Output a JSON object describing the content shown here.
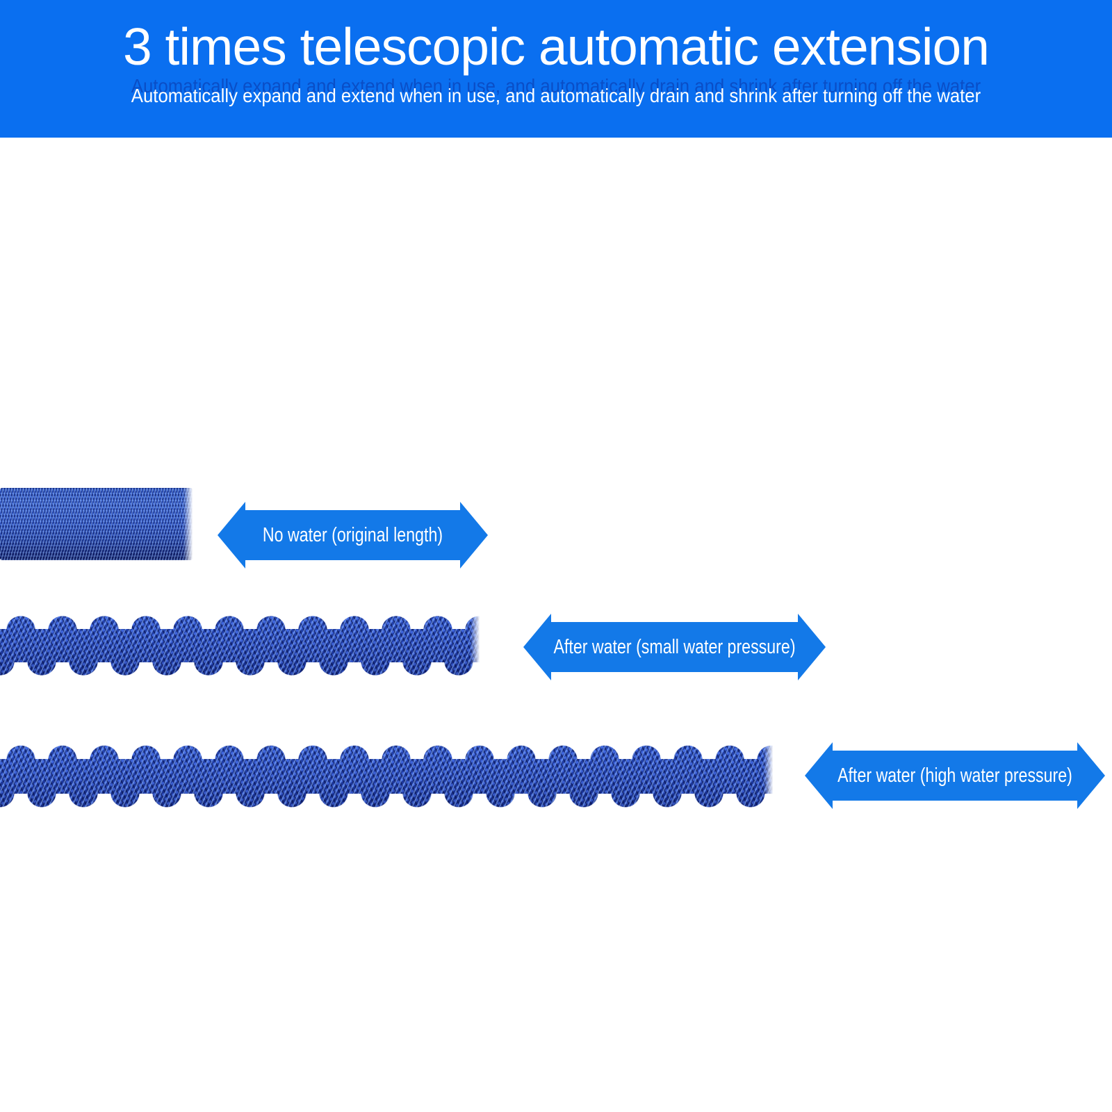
{
  "banner": {
    "title": "3 times telescopic automatic extension",
    "subtitle": "Automatically expand and extend when in use, and automatically drain and shrink after turning off the water"
  },
  "stages": [
    {
      "id": "no-water",
      "label": "No water (original length)",
      "hose_state": "compressed straight hose"
    },
    {
      "id": "small-water-pressure",
      "label": "After water (small water pressure)",
      "hose_state": "partially expanded wavy hose"
    },
    {
      "id": "high-water-pressure",
      "label": "After water (high water pressure)",
      "hose_state": "fully expanded wavy hose"
    }
  ],
  "colors": {
    "banner_blue": "#0a6ff0",
    "arrow_blue": "#1379e8",
    "hose_royal_blue": "#2f55cf",
    "hose_dark_navy": "#0e1a58",
    "hose_highlight": "#8cb4ff",
    "text_white": "#ffffff",
    "subtitle_ghost_blue": "#0a46bc"
  }
}
